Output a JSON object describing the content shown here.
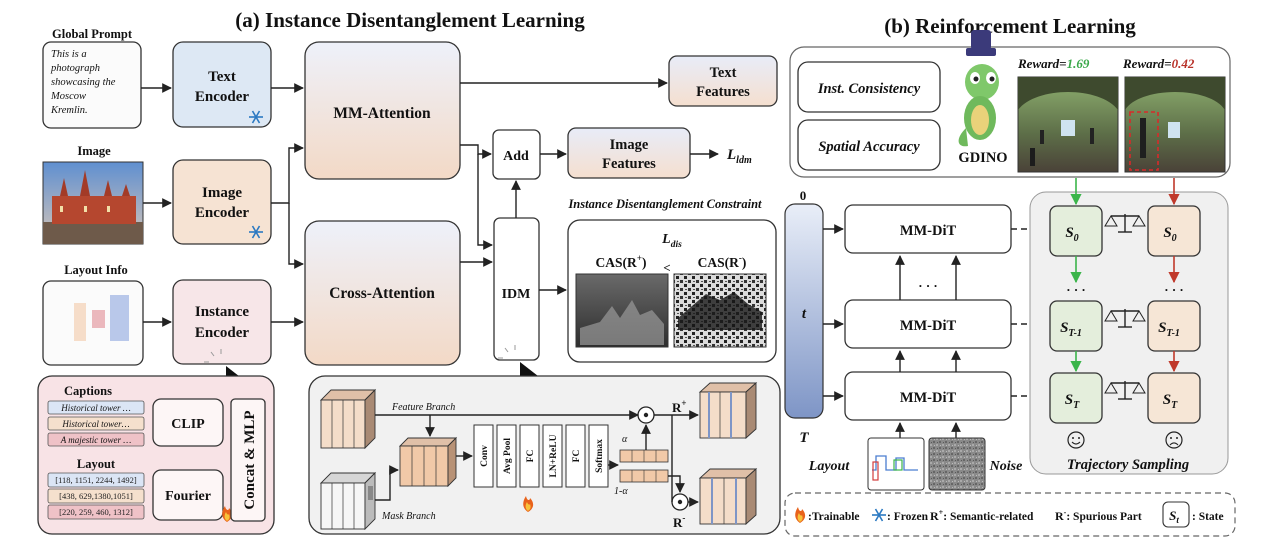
{
  "titles": {
    "a": "(a) Instance Disentanglement Learning",
    "b": "(b) Reinforcement Learning"
  },
  "inputs": {
    "global_prompt_label": "Global Prompt",
    "prompt_lines": [
      "This is a",
      "photograph",
      "showcasing the",
      "Moscow",
      "Kremlin."
    ],
    "image_label": "Image",
    "layout_info_label": "Layout Info"
  },
  "encoders": {
    "text_1": "Text",
    "text_2": "Encoder",
    "image_1": "Image",
    "image_2": "Encoder",
    "instance_1": "Instance",
    "instance_2": "Encoder"
  },
  "attention": {
    "mm": "MM-Attention",
    "cross": "Cross-Attention"
  },
  "features": {
    "text_1": "Text",
    "text_2": "Features",
    "image_1": "Image",
    "image_2": "Features",
    "add": "Add",
    "idm": "IDM",
    "l_main": "L",
    "l_ldm_sub": "ldm"
  },
  "constraint": {
    "title": "Instance Disentanglement Constraint",
    "l_main": "L",
    "l_sub": "dis",
    "cas_pos": "CAS(R",
    "cas_neg": "CAS(R",
    "plus": "+",
    "minus": "-",
    "close": ")",
    "lt": "<"
  },
  "instance_panel": {
    "captions_label": "Captions",
    "captions": [
      "Historical tower …",
      "Historical tower…",
      "A majestic tower …"
    ],
    "clip": "CLIP",
    "layout_label": "Layout",
    "boxes": [
      "[118, 1151, 2244, 1492]",
      "[438, 629,1380,1051]",
      "[220, 259, 460, 1312]"
    ],
    "fourier": "Fourier",
    "concat": "Concat & MLP"
  },
  "idm_detail": {
    "feature_branch": "Feature Branch",
    "mask_branch": "Mask Branch",
    "layers": [
      "Conv",
      "Avg Pool",
      "FC",
      "LN+ReLU",
      "FC",
      "Softmax"
    ],
    "alpha": "α",
    "one_minus_alpha": "1-α",
    "r_plus": "R",
    "r_minus": "R",
    "plus": "+",
    "minus": "-"
  },
  "rl": {
    "inst_consistency": "Inst. Consistency",
    "spatial_accuracy": "Spatial Accuracy",
    "gdino": "GDINO",
    "reward_label": "Reward=",
    "reward_good": "1.69",
    "reward_bad": "0.42",
    "timestep_top": "0",
    "timestep_mid": "t",
    "timestep_bot": "T",
    "mmdit": "MM-DiT",
    "dots": "· · ·",
    "layout": "Layout",
    "noise": "Noise",
    "trajectory": "Trajectory Sampling",
    "s_main": "S",
    "s0": "0",
    "st1": "T-1",
    "st": "T"
  },
  "legend": {
    "trainable": ":Trainable",
    "frozen": ": Frozen",
    "rplus_main": "R",
    "rplus_sup": "+",
    "rplus_desc": ": Semantic-related",
    "rminus_main": "R",
    "rminus_sup": "-",
    "rminus_desc": ": Spurious Part",
    "st_main": "S",
    "st_sub": "t",
    "state": ": State"
  },
  "colors": {
    "text_encoder": "#dde8f4",
    "image_encoder": "#f6e3d3",
    "instance_encoder": "#f7e6e8",
    "attention_top": "#eef1fa",
    "attention_bottom": "#f3d9c6",
    "state_green": "#e4eedc",
    "state_orange": "#f6e6d6",
    "reward_good": "#3aa84a",
    "reward_bad": "#b8322a",
    "arrow_green": "#3bb54a",
    "arrow_red": "#c0392b"
  }
}
